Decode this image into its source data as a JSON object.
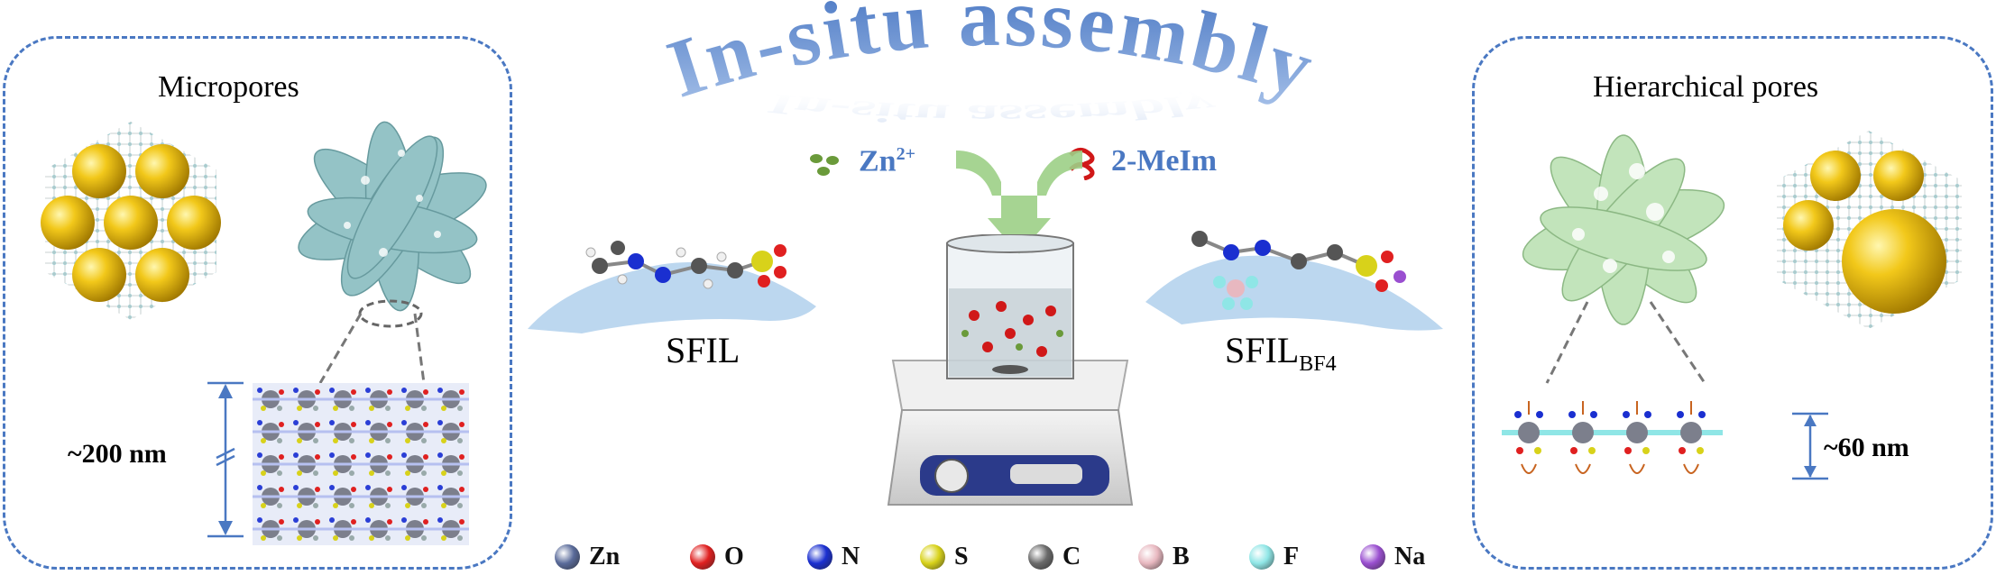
{
  "title": "In-situ assembly",
  "left_panel": {
    "heading": "Micropores",
    "thickness_label": "~200 nm"
  },
  "right_panel": {
    "heading": "Hierarchical pores",
    "thickness_label": "~60 nm"
  },
  "reagents": {
    "zn": "Zn",
    "zn_charge": "2+",
    "mim": "2-MeIm"
  },
  "molecules": {
    "sfil": "SFIL",
    "sfil_bf4_base": "SFIL",
    "sfil_bf4_sub": "BF4"
  },
  "legend": [
    {
      "label": "Zn",
      "color": "#5a6b9a"
    },
    {
      "label": "O",
      "color": "#e02020"
    },
    {
      "label": "N",
      "color": "#1a2fd0"
    },
    {
      "label": "S",
      "color": "#d8d21a"
    },
    {
      "label": "C",
      "color": "#6a6a6a"
    },
    {
      "label": "B",
      "color": "#e8b8c0"
    },
    {
      "label": "F",
      "color": "#8fe6e6"
    },
    {
      "label": "Na",
      "color": "#9a4fd0"
    }
  ],
  "colors": {
    "accent_blue": "#4a78c2",
    "dashed_border": "#4a78c2",
    "arrow_green": "#9ccf86"
  }
}
